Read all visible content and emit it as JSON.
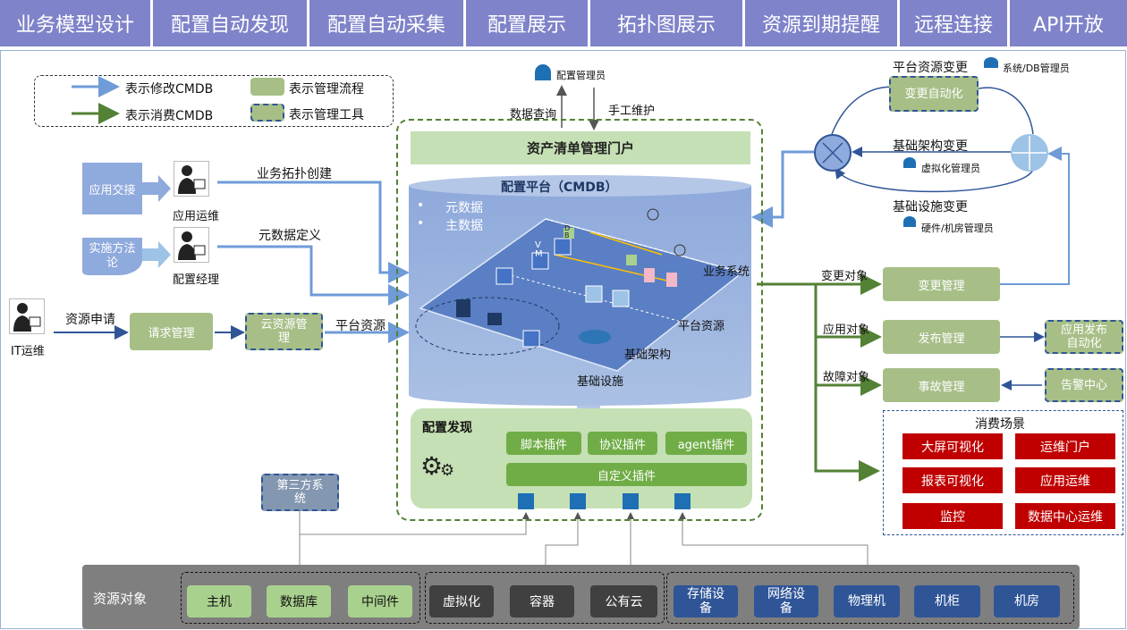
{
  "tabs": [
    "业务模型设计",
    "配置自动发现",
    "配置自动采集",
    "配置展示",
    "拓扑图展示",
    "资源到期提醒",
    "远程连接",
    "API开放"
  ],
  "legend": {
    "modify_cmdb": "表示修改CMDB",
    "consume_cmdb": "表示消费CMDB",
    "mgmt_flow": "表示管理流程",
    "mgmt_tool": "表示管理工具"
  },
  "top": {
    "config_admin": "配置管理员",
    "data_query": "数据查询",
    "manual_maintain": "手工维护",
    "portal": "资产清单管理门户"
  },
  "cmdb": {
    "title": "配置平台（CMDB）",
    "bullets": [
      "元数据",
      "主数据"
    ],
    "business_system": "业务系统",
    "platform_resource": "平台资源",
    "infra_arch": "基础架构",
    "infra_facility": "基础设施",
    "chip_vm": "V M",
    "chip_db": "D B"
  },
  "discovery": {
    "title": "配置发现",
    "plugins": [
      "脚本插件",
      "协议插件",
      "agent插件"
    ],
    "custom": "自定义插件"
  },
  "left": {
    "app_delivery": "应用交接",
    "app_ops": "应用运维",
    "topo_create": "业务拓扑创建",
    "methodology": "实施方法论",
    "config_manager": "配置经理",
    "metadata_def": "元数据定义",
    "it_ops": "IT运维",
    "resource_request": "资源申请",
    "request_mgmt": "请求管理",
    "cloud_mgmt": "云资源管理",
    "platform_resource": "平台资源",
    "third_party": "第三方系统"
  },
  "right": {
    "platform_change": "平台资源变更",
    "sys_db_admin": "系统/DB管理员",
    "change_automation": "变更自动化",
    "infra_change": "基础架构变更",
    "virt_admin": "虚拟化管理员",
    "facility_change": "基础设施变更",
    "hw_admin": "硬件/机房管理员",
    "change_object": "变更对象",
    "change_mgmt": "变更管理",
    "app_object": "应用对象",
    "release_mgmt": "发布管理",
    "app_release_auto": "应用发布自动化",
    "fault_object": "故障对象",
    "incident_mgmt": "事故管理",
    "alert_center": "告警中心",
    "scenario_title": "消费场景",
    "scenarios": [
      "大屏可视化",
      "运维门户",
      "报表可视化",
      "应用运维",
      "监控",
      "数据中心运维"
    ]
  },
  "bottom": {
    "label": "资源对象",
    "group1": [
      "主机",
      "数据库",
      "中间件"
    ],
    "group2": [
      "虚拟化",
      "容器",
      "公有云"
    ],
    "group3": [
      "存储设备",
      "网络设备",
      "物理机",
      "机柜",
      "机房"
    ]
  },
  "colors": {
    "tab_bg": "#7f83c9",
    "modify_line": "#6f9bd8",
    "consume_line": "#538135",
    "flow_green": "#a7bf87",
    "red": "#c00000",
    "tool_border": "#2f5597"
  }
}
